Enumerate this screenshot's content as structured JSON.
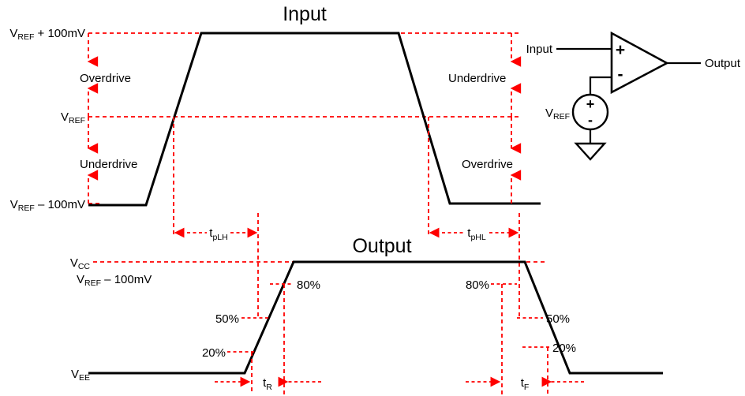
{
  "titles": {
    "input": "Input",
    "output": "Output"
  },
  "input_waveform": {
    "level_labels": {
      "high": {
        "main": "V",
        "sub": "REF",
        "tail": " + 100mV"
      },
      "mid": {
        "main": "V",
        "sub": "REF"
      },
      "low": {
        "main": "V",
        "sub": "REF",
        "tail": " – 100mV"
      }
    },
    "left_annotations": [
      {
        "label": "Overdrive"
      },
      {
        "label": "Underdrive"
      }
    ],
    "right_annotations": [
      {
        "label": "Underdrive"
      },
      {
        "label": "Overdrive"
      }
    ]
  },
  "propagation_delays": [
    {
      "main": "t",
      "sub": "pLH"
    },
    {
      "main": "t",
      "sub": "pHL"
    }
  ],
  "output_waveform": {
    "level_labels": {
      "vcc": {
        "main": "V",
        "sub": "CC"
      },
      "vcc_note": {
        "main": "V",
        "sub": "REF",
        "tail": " – 100mV"
      },
      "vee": {
        "main": "V",
        "sub": "EE"
      }
    },
    "rise_percent_labels": [
      "80%",
      "50%",
      "20%"
    ],
    "fall_percent_labels": [
      "80%",
      "50%",
      "20%"
    ],
    "transition_times": [
      {
        "main": "t",
        "sub": "R"
      },
      {
        "main": "t",
        "sub": "F"
      }
    ]
  },
  "schematic": {
    "input_label": "Input",
    "output_label": "Output",
    "vref_label": {
      "main": "V",
      "sub": "REF"
    },
    "plus_terminal": "+",
    "minus_terminal": "-",
    "source_plus": "+",
    "source_minus": "-"
  },
  "colors": {
    "annotation": "#ff0000",
    "waveform": "#000000",
    "background": "#ffffff"
  }
}
